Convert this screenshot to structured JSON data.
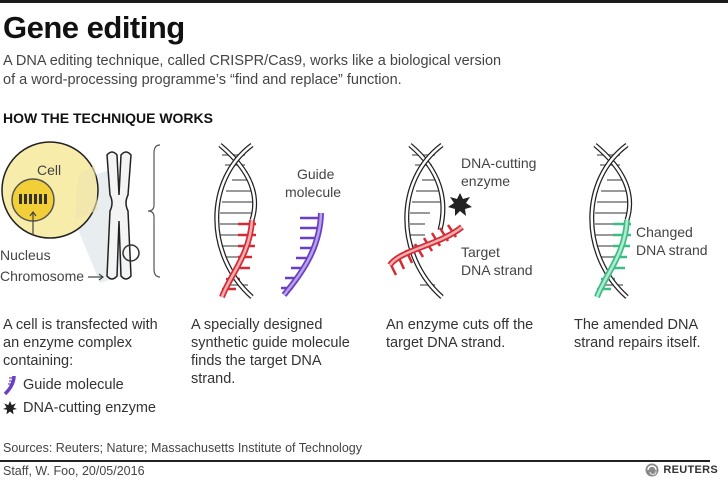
{
  "header": {
    "title": "Gene editing",
    "subtitle_line1": "A DNA editing technique, called CRISPR/Cas9, works like a biological version",
    "subtitle_line2": "of a word-processing programme’s “find and replace” function.",
    "section_heading": "HOW THE TECHNIQUE WORKS"
  },
  "diagram_labels": {
    "cell": "Cell",
    "nucleus": "Nucleus",
    "chromosome": "Chromosome",
    "guide_molecule_1": "Guide",
    "guide_molecule_2": "molecule",
    "enzyme_1": "DNA-cutting",
    "enzyme_2": "enzyme",
    "target_1": "Target",
    "target_2": "DNA strand",
    "changed_1": "Changed",
    "changed_2": "DNA strand"
  },
  "steps": [
    {
      "lines": [
        "A cell is transfected with",
        "an enzyme complex",
        "containing:"
      ]
    },
    {
      "lines": [
        "A specially designed",
        "synthetic guide molecule",
        "finds the target DNA",
        "strand."
      ]
    },
    {
      "lines": [
        "An enzyme cuts off the",
        "target DNA strand."
      ]
    },
    {
      "lines": [
        "The amended DNA",
        "strand repairs itself."
      ]
    }
  ],
  "legend": [
    {
      "icon": "guide-molecule-icon",
      "label": "Guide molecule"
    },
    {
      "icon": "enzyme-star-icon",
      "label": "DNA-cutting enzyme"
    }
  ],
  "footer": {
    "sources": "Sources: Reuters; Nature; Massachusetts Institute of Technology",
    "credit": "Staff, W. Foo,  20/05/2016",
    "brand": "REUTERS"
  },
  "colors": {
    "target_red": "#d42b34",
    "guide_purple": "#6b3fc4",
    "changed_green": "#3dbd86",
    "cell_yellow": "#f7ecaa",
    "nucleus_yellow": "#f2cf36"
  }
}
